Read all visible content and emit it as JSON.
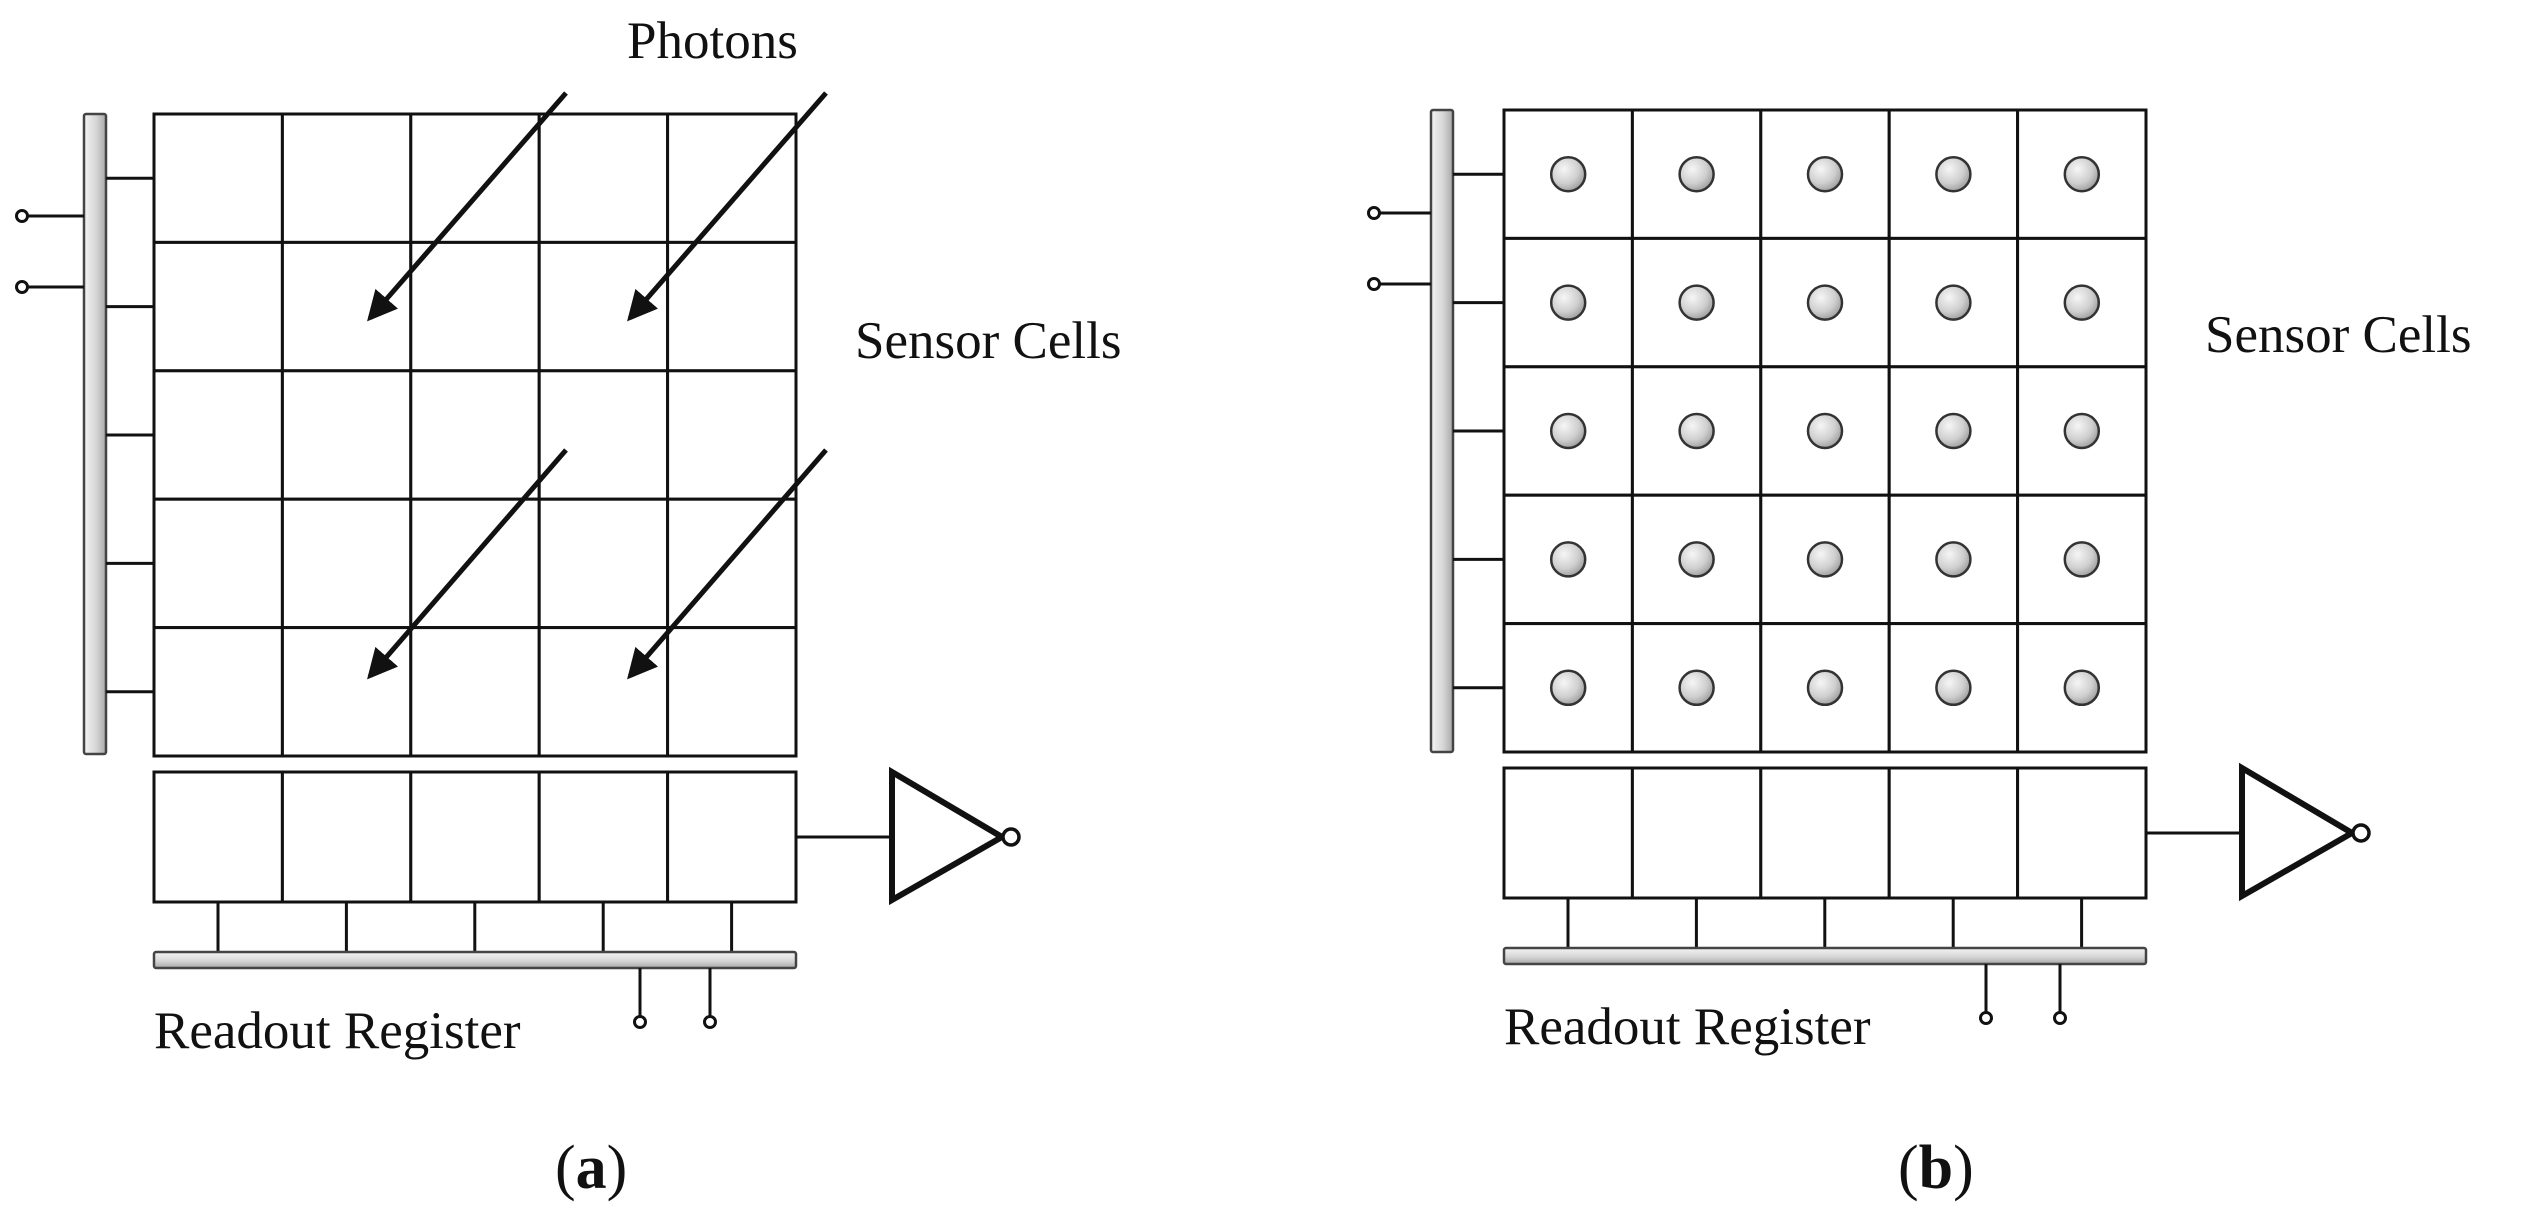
{
  "colors": {
    "line": "#111111",
    "bar_light": "#f4f4f4",
    "bar_dark": "#a8a8a8",
    "charge_light": "#f6f6f6",
    "charge_dark": "#9a9a9a"
  },
  "panels": [
    {
      "id": "a",
      "labels": {
        "photons": "Photons",
        "sensor_cells": "Sensor Cells",
        "readout_register": "Readout Register"
      },
      "subfigure_label": {
        "open": "(",
        "letter": "a",
        "close": ")"
      },
      "grid": {
        "rows": 5,
        "cols": 5
      },
      "register_cells": 5,
      "has_photon_arrows": true,
      "has_charges": false
    },
    {
      "id": "b",
      "labels": {
        "photons": "",
        "sensor_cells": "Sensor Cells",
        "readout_register": "Readout Register"
      },
      "subfigure_label": {
        "open": "(",
        "letter": "b",
        "close": ")"
      },
      "grid": {
        "rows": 5,
        "cols": 5
      },
      "register_cells": 5,
      "has_photon_arrows": false,
      "has_charges": true
    }
  ]
}
